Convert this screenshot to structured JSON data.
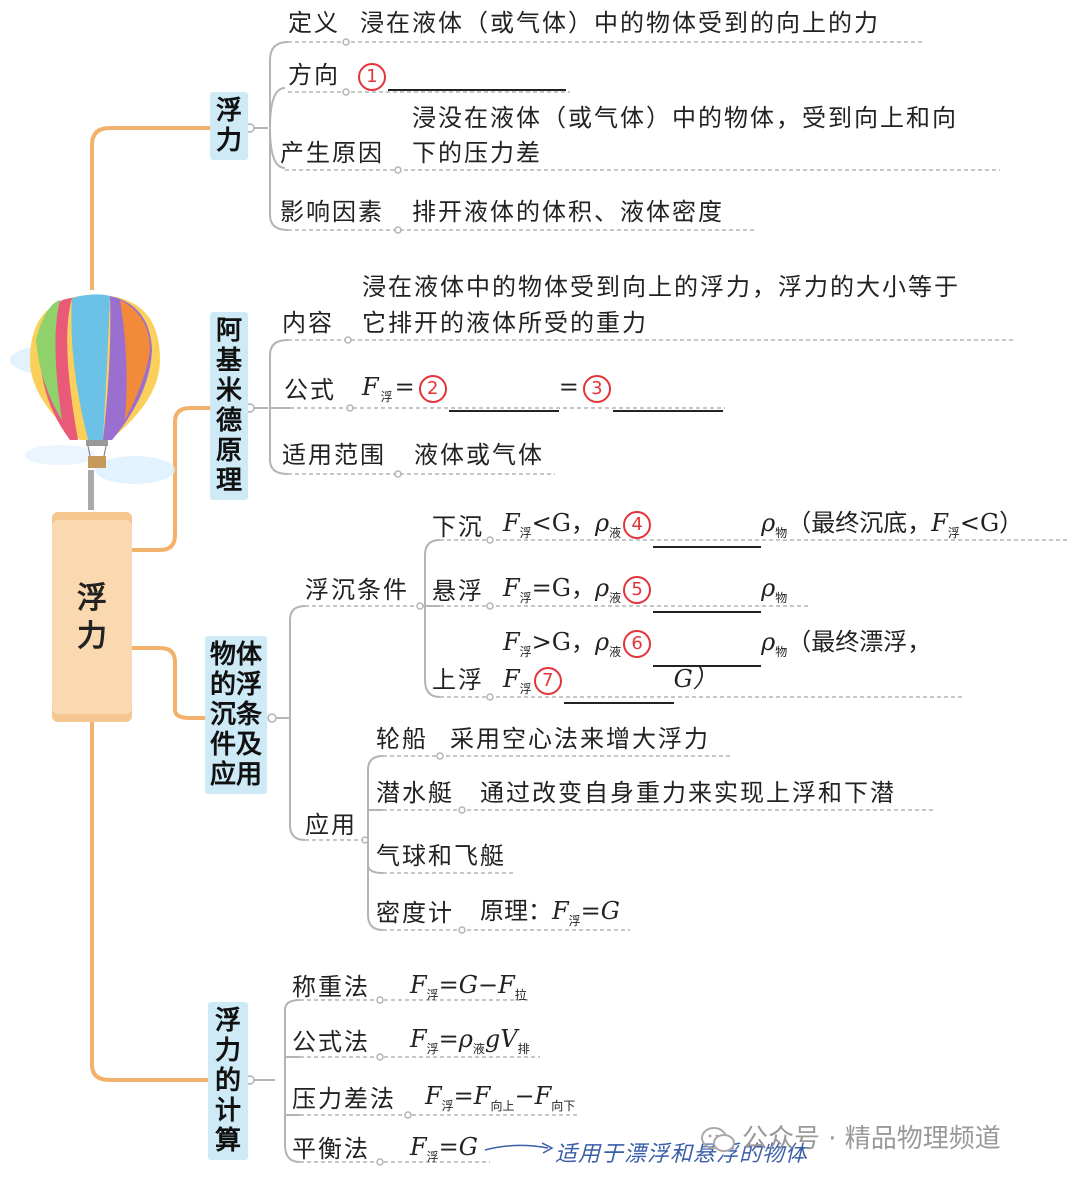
{
  "root": "浮力",
  "branches": {
    "fuli": {
      "title": "浮力",
      "items": {
        "definition": {
          "label": "定义",
          "text": "浸在液体（或气体）中的物体受到的向上的力"
        },
        "direction": {
          "label": "方向",
          "num": "1"
        },
        "cause": {
          "label": "产生原因",
          "text1": "浸没在液体（或气体）中的物体，受到向上和向",
          "text2": "下的压力差"
        },
        "factors": {
          "label": "影响因素",
          "text": "排开液体的体积、液体密度"
        }
      }
    },
    "archimedes": {
      "title": "阿基米德原理",
      "items": {
        "content": {
          "label": "内容",
          "text1": "浸在液体中的物体受到向上的浮力，浮力的大小等于",
          "text2": "它排开的液体所受的重力"
        },
        "formula": {
          "label": "公式",
          "prefix": "F",
          "sub": "浮",
          "eq": "=",
          "num2": "2",
          "eq2": "=",
          "num3": "3"
        },
        "scope": {
          "label": "适用范围",
          "text": "液体或气体"
        }
      }
    },
    "sinkfloat": {
      "title": "物体的浮沉条件及应用",
      "conditions": {
        "label": "浮沉条件",
        "sink": {
          "label": "下沉",
          "f": "F",
          "fsub": "浮",
          "rel": "<G，",
          "rho": "ρ",
          "rhosub": "液",
          "num": "4",
          "rho2": "ρ",
          "rho2sub": "物",
          "tail1": "（最终沉底，",
          "tailF": "F",
          "tailsub": "浮",
          "tail2": "<G）"
        },
        "suspend": {
          "label": "悬浮",
          "f": "F",
          "fsub": "浮",
          "rel": "=G，",
          "rho": "ρ",
          "rhosub": "液",
          "num": "5",
          "rho2": "ρ",
          "rho2sub": "物"
        },
        "rise": {
          "label": "上浮",
          "f": "F",
          "fsub": "浮",
          "rel": ">G，",
          "rho": "ρ",
          "rhosub": "液",
          "num": "6",
          "rho2": "ρ",
          "rho2sub": "物",
          "tail": "（最终漂浮，",
          "f2": "F",
          "f2sub": "浮",
          "num7": "7",
          "tail2": "G）"
        }
      },
      "applications": {
        "label": "应用",
        "ship": {
          "label": "轮船",
          "text": "采用空心法来增大浮力"
        },
        "sub": {
          "label": "潜水艇",
          "text": "通过改变自身重力来实现上浮和下潜"
        },
        "balloon": {
          "label": "气球和飞艇"
        },
        "hydrometer": {
          "label": "密度计",
          "text": "原理：",
          "f": "F",
          "fsub": "浮",
          "rel": "=G"
        }
      }
    },
    "calc": {
      "title": "浮力的计算",
      "items": {
        "weigh": {
          "label": "称重法",
          "f": "F",
          "fsub": "浮",
          "rel": "=G−F",
          "sub2": "拉"
        },
        "formula": {
          "label": "公式法",
          "f": "F",
          "fsub": "浮",
          "rel": "=ρ",
          "sub2": "液",
          "rest": "gV",
          "sub3": "排"
        },
        "pressure": {
          "label": "压力差法",
          "f": "F",
          "fsub": "浮",
          "rel": "=F",
          "sub2": "向上",
          "minus": "−F",
          "sub3": "向下"
        },
        "balance": {
          "label": "平衡法",
          "f": "F",
          "fsub": "浮",
          "rel": "=G",
          "note": "适用于漂浮和悬浮的物体"
        }
      }
    }
  },
  "watermark": "公众号 · 精品物理频道",
  "colors": {
    "trunk": "#f3b26b",
    "branchLine": "#aaaaaa",
    "box": "#cdeaf6",
    "circle": "#e2343a"
  }
}
